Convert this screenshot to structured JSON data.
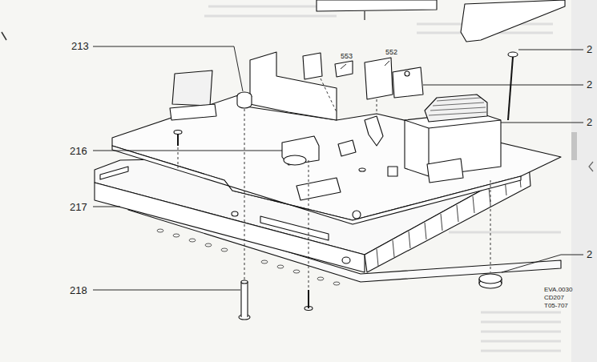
{
  "diagram": {
    "labels": [
      "213",
      "216",
      "217",
      "218",
      "553",
      "552",
      "2",
      "2",
      "2",
      "2",
      "EVA.0030",
      "CD207",
      "T05-707"
    ]
  }
}
